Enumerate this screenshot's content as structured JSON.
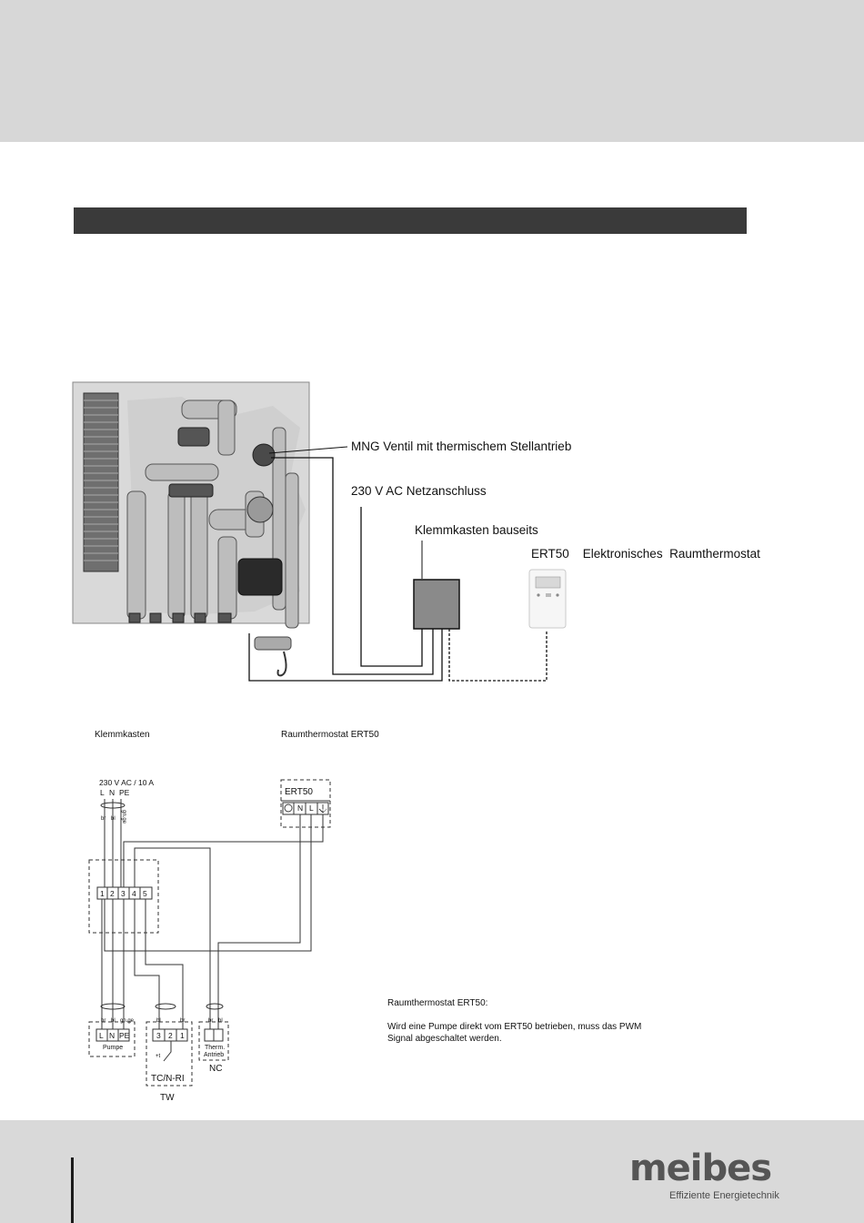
{
  "brand": {
    "name": "meibes",
    "tagline": "Effiziente Energietechnik",
    "color": "#555555"
  },
  "figure": {
    "labels": {
      "valve": "MNG Ventil mit thermischem Stellantrieb",
      "mains": "230 V AC  Netzanschluss",
      "junction_box": "Klemmkasten  bauseits",
      "thermostat": "ERT50    Elektronisches  Raumthermostat"
    }
  },
  "schematic": {
    "left_title": "Klemmkasten",
    "right_title": "Raumthermostat ERT50",
    "supply": "230 V AC / 10 A",
    "supply_conductors": [
      "L",
      "N",
      "PE"
    ],
    "wire_codes": [
      "br",
      "bl",
      "gn.ge"
    ],
    "terminals": [
      "1",
      "2",
      "3",
      "4",
      "5"
    ],
    "ert50": {
      "name": "ERT50",
      "terminals": [
        "◷",
        "N",
        "L",
        "⏚"
      ]
    },
    "pump": {
      "terminals": [
        "L",
        "N",
        "PE"
      ],
      "wire_codes": [
        "br",
        "bl",
        "gn.ge"
      ],
      "label": "Pumpe"
    },
    "tw": {
      "terminals": [
        "3",
        "2",
        "1"
      ],
      "wire_codes": [
        "bl",
        "br"
      ],
      "contact": "+t",
      "label": "TC/N-RI",
      "caption": "TW"
    },
    "nc": {
      "wire_codes": [
        "br",
        "bl"
      ],
      "label_line1": "Therm.",
      "label_line2": "Antrieb",
      "caption": "NC"
    }
  },
  "note": {
    "title": "Raumthermostat ERT50:",
    "body": "Wird eine Pumpe direkt vom ERT50 betrieben, muss das PWM Signal abgeschaltet werden."
  }
}
